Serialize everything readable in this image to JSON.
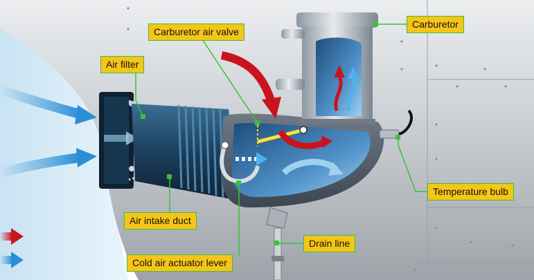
{
  "labels": {
    "carburetor": "Carburetor",
    "carburetor_air_valve": "Carburetor air valve",
    "air_filter": "Air filter",
    "air_intake_duct": "Air intake duct",
    "cold_air_actuator_lever": "Cold air actuator lever",
    "temperature_bulb": "Temperature bulb",
    "drain_line": "Drain line"
  },
  "colors": {
    "label_fill": "#f5c518",
    "leader_line": "#3bbf3b",
    "hot_air_arrow": "#c8141c",
    "cold_air_arrow": "#2a8fd6",
    "engine_cowling": "#c9cdd2",
    "outside_air": "#d6ecf7"
  },
  "legend": [
    {
      "icon": "red-arrow-icon",
      "meaning_color": "#c8141c"
    },
    {
      "icon": "blue-arrow-icon",
      "meaning_color": "#2a8fd6"
    }
  ]
}
